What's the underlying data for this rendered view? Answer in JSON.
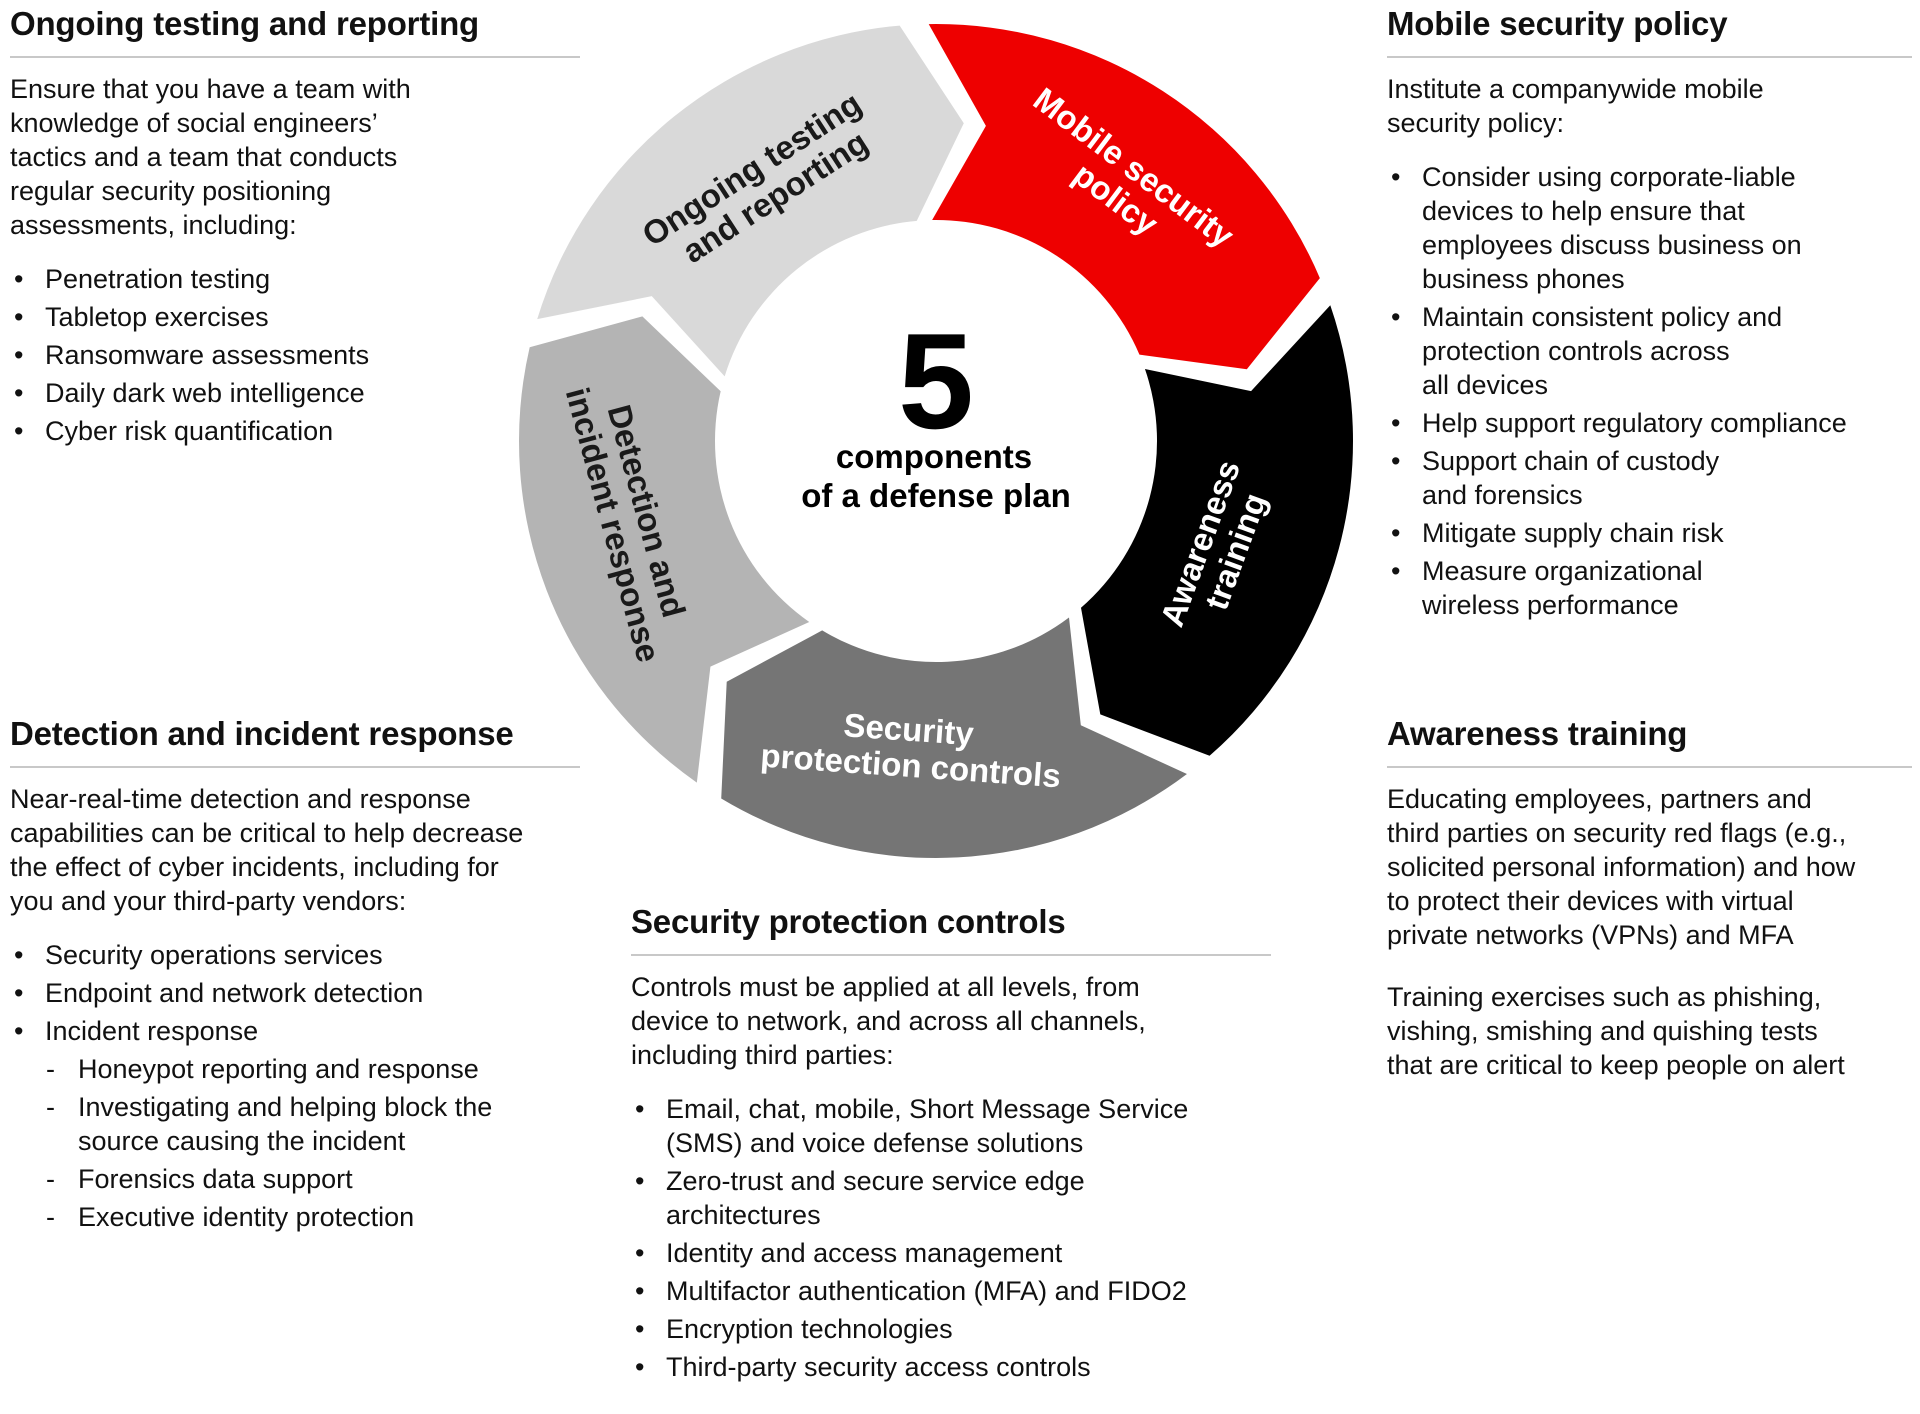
{
  "colors": {
    "mobile": "#ee0000",
    "awareness": "#000000",
    "security": "#757575",
    "detection": "#b4b4b4",
    "ongoing": "#d9d9d9"
  },
  "center": {
    "number": "5",
    "line1": "components",
    "line2": "of a defense plan"
  },
  "ring_labels": {
    "ongoing": [
      "Ongoing testing",
      "and reporting"
    ],
    "mobile": [
      "Mobile security",
      "policy"
    ],
    "awareness": [
      "Awareness",
      "training"
    ],
    "security": [
      "Security",
      "protection controls"
    ],
    "detection": [
      "Detection and",
      "incident response"
    ]
  },
  "ongoing": {
    "title": "Ongoing testing and reporting",
    "intro": "Ensure that you have a team with\nknowledge of social engineers’\ntactics and a team that conducts\nregular security positioning\nassessments, including:",
    "items": [
      "Penetration testing",
      "Tabletop exercises",
      "Ransomware assessments",
      "Daily dark web intelligence",
      "Cyber risk quantification"
    ]
  },
  "detection": {
    "title": "Detection and incident response",
    "intro": "Near-real-time detection and response\ncapabilities can be critical to help decrease\nthe effect of cyber incidents, including for\nyou and your third-party vendors:",
    "items": [
      "Security operations services",
      "Endpoint and network detection",
      "Incident response"
    ],
    "subitems": [
      "Honeypot reporting and response",
      "Investigating and helping block the\nsource causing the incident",
      "Forensics data support",
      "Executive identity protection"
    ]
  },
  "security": {
    "title": "Security protection controls",
    "intro": "Controls must be applied at all levels, from\ndevice to network, and across all channels,\nincluding third parties:",
    "items": [
      "Email, chat, mobile, Short Message Service\n(SMS) and voice defense solutions",
      "Zero-trust and secure service edge\narchitectures",
      "Identity and access management",
      "Multifactor authentication (MFA) and FIDO2",
      "Encryption technologies",
      "Third-party security access controls"
    ]
  },
  "mobile": {
    "title": "Mobile security policy",
    "intro": "Institute a companywide mobile\nsecurity policy:",
    "items": [
      "Consider using corporate-liable\ndevices to help ensure that\nemployees discuss business on\nbusiness phones",
      "Maintain consistent policy and\nprotection controls across\nall devices",
      "Help support regulatory compliance",
      "Support chain of custody\nand forensics",
      "Mitigate supply chain risk",
      "Measure organizational\nwireless performance"
    ]
  },
  "awareness": {
    "title": "Awareness training",
    "para1": "Educating employees, partners and\nthird parties on security red flags (e.g.,\nsolicited personal information) and how\nto protect their devices with virtual\nprivate networks (VPNs) and MFA",
    "para2": "Training exercises such as phishing,\nvishing, smishing and quishing tests\nthat are critical to keep people on alert"
  }
}
